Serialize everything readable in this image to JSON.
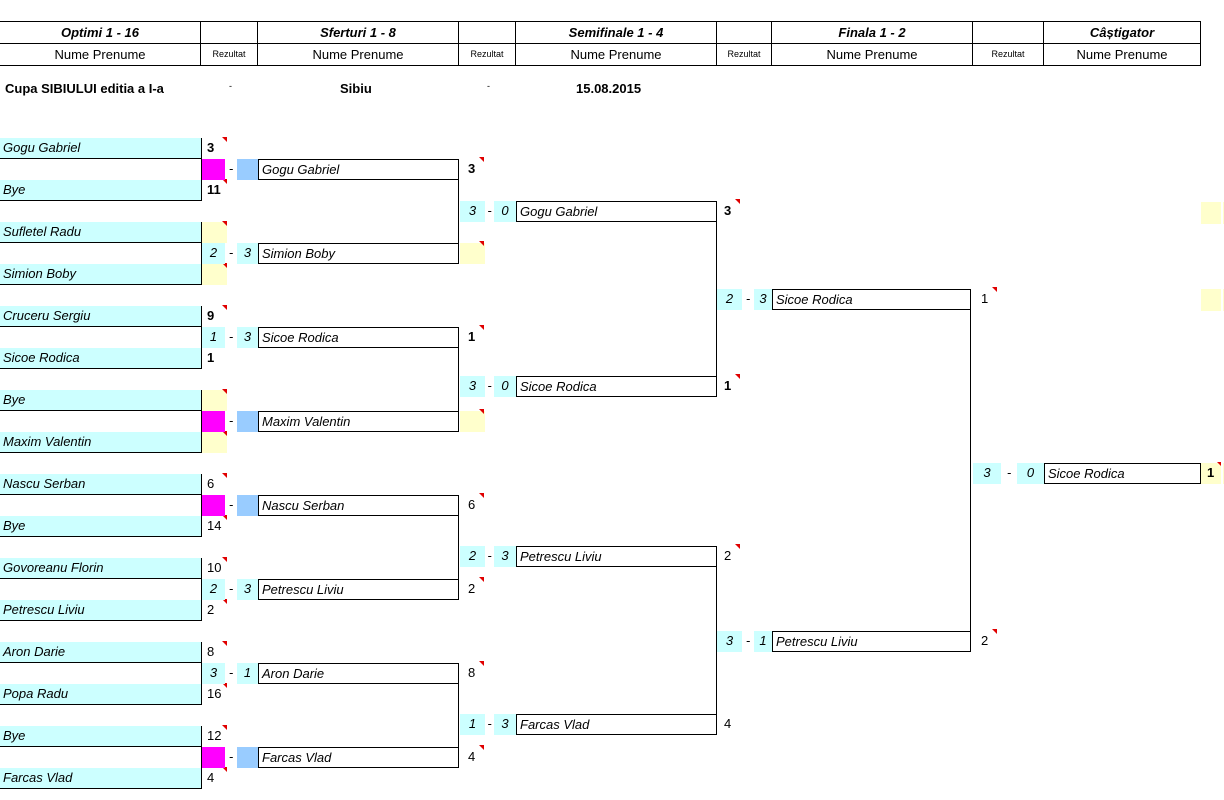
{
  "header": {
    "col1": "Optimi 1 - 16",
    "col2": "Sferturi 1 - 8",
    "col3": "Semifinale 1 - 4",
    "col4": "Finala 1 - 2",
    "col5": "Câștigator",
    "name_label": "Nume Prenume",
    "result_label": "Rezultat"
  },
  "info": {
    "tournament": "Cupa SIBIULUI editia a I-a",
    "dash1": "-",
    "city": "Sibiu",
    "dash2": "-",
    "date": "15.08.2015"
  },
  "round16": [
    {
      "name": "Gogu Gabriel",
      "result": "3"
    },
    {
      "name": "Bye",
      "result": "11"
    },
    {
      "name": "Sufletel Radu",
      "result": ""
    },
    {
      "name": "Simion Boby",
      "result": ""
    },
    {
      "name": "Cruceru Sergiu",
      "result": "9"
    },
    {
      "name": "Sicoe Rodica",
      "result": "1"
    },
    {
      "name": "Bye",
      "result": ""
    },
    {
      "name": "Maxim Valentin",
      "result": ""
    },
    {
      "name": "Nascu Serban",
      "result": "6"
    },
    {
      "name": "Bye",
      "result": "14"
    },
    {
      "name": "Govoreanu Florin",
      "result": "10"
    },
    {
      "name": "Petrescu Liviu",
      "result": "2"
    },
    {
      "name": "Aron Darie",
      "result": "8"
    },
    {
      "name": "Popa Radu",
      "result": "16"
    },
    {
      "name": "Bye",
      "result": "12"
    },
    {
      "name": "Farcas Vlad",
      "result": "4"
    }
  ],
  "quarter": [
    {
      "s1": "",
      "s2": "",
      "name": "Gogu Gabriel",
      "result": "3"
    },
    {
      "s1": "2",
      "s2": "3",
      "name": "Simion Boby",
      "result": ""
    },
    {
      "s1": "1",
      "s2": "3",
      "name": "Sicoe Rodica",
      "result": "1"
    },
    {
      "s1": "",
      "s2": "",
      "name": "Maxim Valentin",
      "result": ""
    },
    {
      "s1": "",
      "s2": "",
      "name": "Nascu Serban",
      "result": "6"
    },
    {
      "s1": "2",
      "s2": "3",
      "name": "Petrescu Liviu",
      "result": "2"
    },
    {
      "s1": "3",
      "s2": "1",
      "name": "Aron Darie",
      "result": "8"
    },
    {
      "s1": "",
      "s2": "",
      "name": "Farcas Vlad",
      "result": "4"
    }
  ],
  "semi": [
    {
      "s1": "3",
      "s2": "0",
      "name": "Gogu Gabriel",
      "result": "3"
    },
    {
      "s1": "3",
      "s2": "0",
      "name": "Sicoe Rodica",
      "result": "1"
    },
    {
      "s1": "2",
      "s2": "3",
      "name": "Petrescu Liviu",
      "result": "2"
    },
    {
      "s1": "1",
      "s2": "3",
      "name": "Farcas Vlad",
      "result": "4"
    }
  ],
  "final": [
    {
      "s1": "2",
      "s2": "3",
      "name": "Sicoe Rodica",
      "result": "1"
    },
    {
      "s1": "3",
      "s2": "1",
      "name": "Petrescu Liviu",
      "result": "2"
    }
  ],
  "winner": {
    "s1": "3",
    "s2": "0",
    "name": "Sicoe Rodica",
    "result": "1"
  },
  "dash": "-"
}
